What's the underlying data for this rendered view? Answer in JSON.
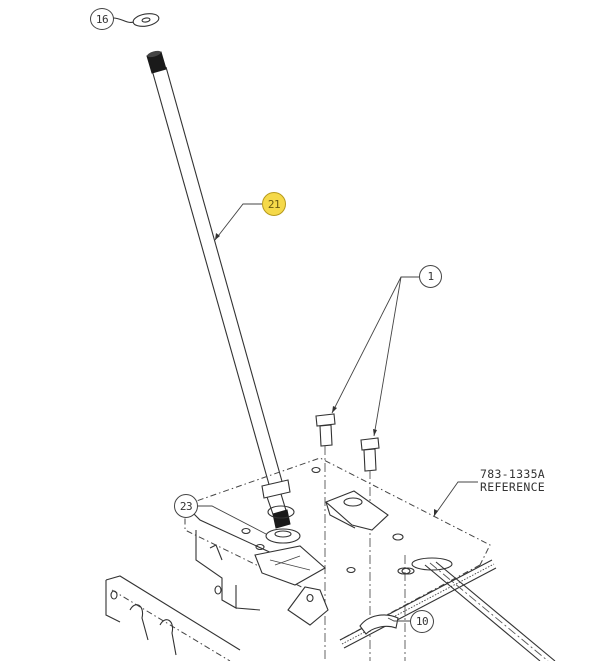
{
  "diagram": {
    "type": "exploded parts diagram",
    "highlight_color": "#f5d94a",
    "callouts": [
      {
        "id": "16",
        "label": "16",
        "part": "washer",
        "highlighted": false
      },
      {
        "id": "21",
        "label": "21",
        "part": "steering shaft",
        "highlighted": true
      },
      {
        "id": "1",
        "label": "1",
        "part": "bolts (x2)",
        "highlighted": false
      },
      {
        "id": "23",
        "label": "23",
        "part": "bushing",
        "highlighted": false
      },
      {
        "id": "10",
        "label": "10",
        "part": "gear/sector",
        "highlighted": false
      }
    ],
    "reference": {
      "line1": "783-1335A",
      "line2": "REFERENCE"
    }
  }
}
